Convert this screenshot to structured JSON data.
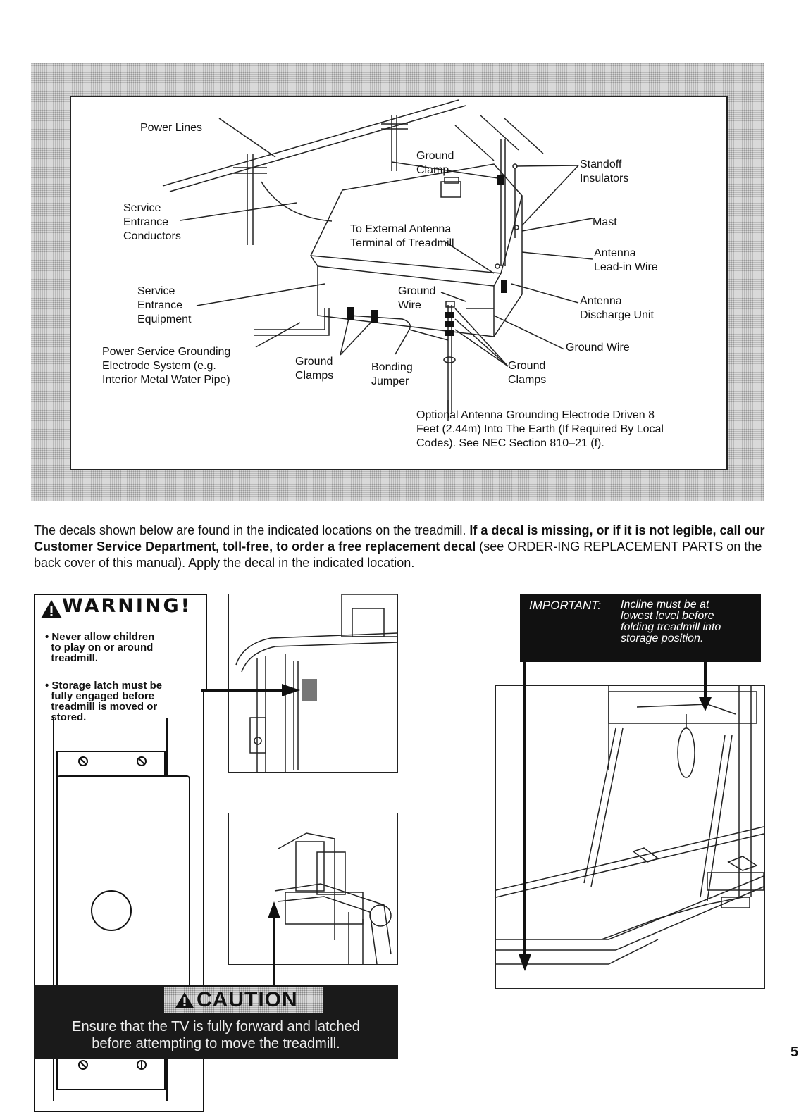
{
  "diagram": {
    "labels": {
      "power_lines": "Power Lines",
      "service_entrance_conductors": "Service\nEntrance\nConductors",
      "service_entrance_equipment": "Service\nEntrance\nEquipment",
      "power_service_grounding": "Power Service Grounding\nElectrode System (e.g.\nInterior Metal Water Pipe)",
      "ground_clamps_left": "Ground\nClamps",
      "bonding_jumper": "Bonding\nJumper",
      "ground_clamp_top": "Ground\nClamp",
      "to_external_antenna": "To External Antenna\nTerminal of Treadmill",
      "ground_wire_mid": "Ground\nWire",
      "standoff_insulators": "Standoff\nInsulators",
      "mast": "Mast",
      "antenna_lead_in": "Antenna\nLead-in Wire",
      "antenna_discharge": "Antenna\nDischarge Unit",
      "ground_wire_right": "Ground Wire",
      "ground_clamps_right": "Ground\nClamps",
      "optional_electrode": "Optional Antenna Grounding Electrode Driven 8\nFeet (2.44m) Into The Earth (If Required By Local\nCodes). See NEC Section 810–21 (f)."
    }
  },
  "intro": {
    "normal_1": "The decals shown below are found in the indicated locations on the treadmill. ",
    "bold": "If a decal is missing, or if it is not legible, call our Customer Service Department, toll-free, to order a free replacement decal",
    "normal_2": " (see ORDER-ING REPLACEMENT PARTS on the back cover of this manual). Apply the decal in the indicated location."
  },
  "warning_decal": {
    "title": "WARNING!",
    "items": [
      "• Never allow children\n  to play on or around\n  treadmill.",
      "• Storage latch must be\n  fully engaged before\n  treadmill is moved or\n  stored."
    ]
  },
  "caution_decal": {
    "title": "CAUTION",
    "text": "Ensure that the TV is fully forward and latched\nbefore attempting to move the treadmill."
  },
  "important_decal": {
    "key": "IMPORTANT:",
    "text": "Incline must be at\nlowest level before\nfolding treadmill into\nstorage position."
  },
  "page_number": "5"
}
